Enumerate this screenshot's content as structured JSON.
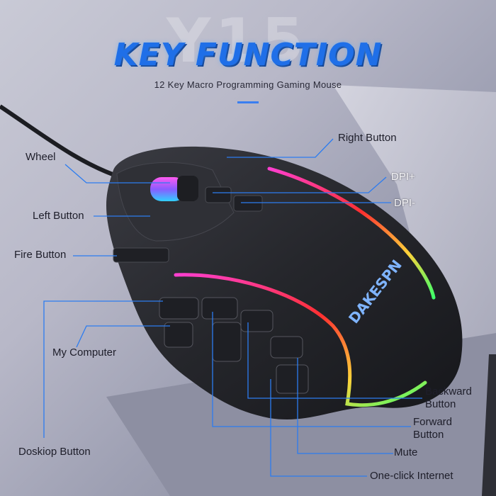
{
  "header": {
    "watermark": "Y15",
    "title": "KEY FUNCTION",
    "subtitle": "12 Key Macro Programming Gaming Mouse"
  },
  "brand": {
    "logo_text": "DAKESPN"
  },
  "colors": {
    "title_blue": "#1f6fe8",
    "mouse_body": "#2a2b30",
    "rgb_pink": "#ff3fd0",
    "rgb_red": "#ff3030",
    "rgb_green": "#3dff6a",
    "callout_line": "#2c7cf0"
  },
  "callouts": {
    "right_button": "Right Button",
    "wheel": "Wheel",
    "dpi_plus": "DPI+",
    "dpi_minus": "DPI-",
    "left_button": "Left Button",
    "fire_button": "Fire Button",
    "my_computer": "My Computer",
    "backward_button_line1": "Backward",
    "backward_button_line2": "Button",
    "forward_button_line1": "Forward",
    "forward_button_line2": "Button",
    "desktop_button": "Doskiop Button",
    "mute": "Mute",
    "one_click_internet": "One-click Internet"
  }
}
